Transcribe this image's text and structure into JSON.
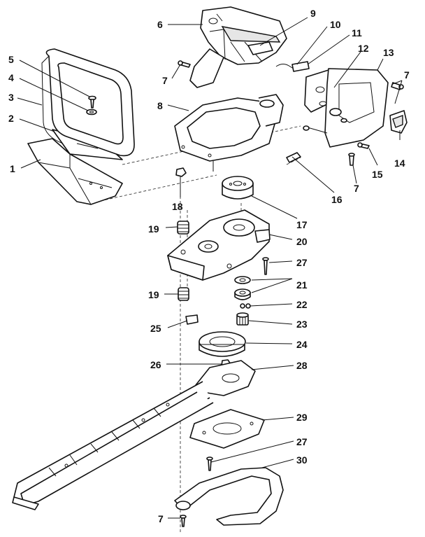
{
  "callouts": [
    {
      "id": "1",
      "text": "1"
    },
    {
      "id": "2",
      "text": "2"
    },
    {
      "id": "3",
      "text": "3"
    },
    {
      "id": "4",
      "text": "4"
    },
    {
      "id": "5",
      "text": "5"
    },
    {
      "id": "6",
      "text": "6"
    },
    {
      "id": "7a",
      "text": "7"
    },
    {
      "id": "7b",
      "text": "7"
    },
    {
      "id": "7c",
      "text": "7"
    },
    {
      "id": "7d",
      "text": "7"
    },
    {
      "id": "8",
      "text": "8"
    },
    {
      "id": "9",
      "text": "9"
    },
    {
      "id": "10",
      "text": "10"
    },
    {
      "id": "11",
      "text": "11"
    },
    {
      "id": "12",
      "text": "12"
    },
    {
      "id": "13",
      "text": "13"
    },
    {
      "id": "14",
      "text": "14"
    },
    {
      "id": "15",
      "text": "15"
    },
    {
      "id": "16",
      "text": "16"
    },
    {
      "id": "17",
      "text": "17"
    },
    {
      "id": "18",
      "text": "18"
    },
    {
      "id": "19a",
      "text": "19"
    },
    {
      "id": "19b",
      "text": "19"
    },
    {
      "id": "20",
      "text": "20"
    },
    {
      "id": "21",
      "text": "21"
    },
    {
      "id": "22",
      "text": "22"
    },
    {
      "id": "23",
      "text": "23"
    },
    {
      "id": "24",
      "text": "24"
    },
    {
      "id": "25",
      "text": "25"
    },
    {
      "id": "26",
      "text": "26"
    },
    {
      "id": "27a",
      "text": "27"
    },
    {
      "id": "27b",
      "text": "27"
    },
    {
      "id": "28",
      "text": "28"
    },
    {
      "id": "29",
      "text": "29"
    },
    {
      "id": "30",
      "text": "30"
    }
  ]
}
